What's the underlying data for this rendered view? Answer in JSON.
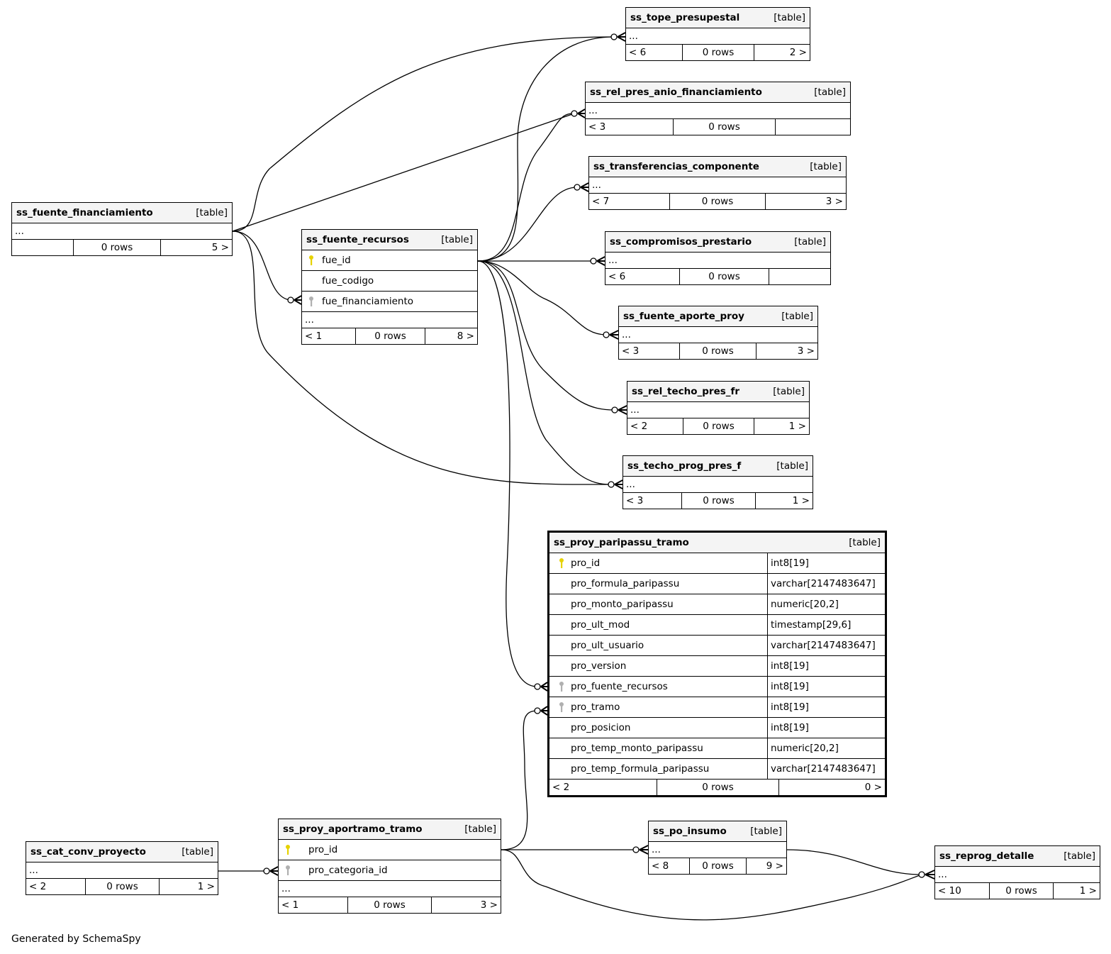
{
  "diagram": {
    "footer": "Generated by SchemaSpy",
    "colors": {
      "primary_key": "#e6d200",
      "foreign_key": "#b0b0b0",
      "header_bg": "#f4f4f4",
      "line": "#000000"
    },
    "tables": {
      "ss_tope_presupestal": {
        "name": "ss_tope_presupestal",
        "kind": "[table]",
        "ellipsis": "...",
        "parents": "< 6",
        "rows": "0 rows",
        "children": "2 >"
      },
      "ss_rel_pres_anio_financiamiento": {
        "name": "ss_rel_pres_anio_financiamiento",
        "kind": "[table]",
        "ellipsis": "...",
        "parents": "< 3",
        "rows": "0 rows",
        "children": ""
      },
      "ss_transferencias_componente": {
        "name": "ss_transferencias_componente",
        "kind": "[table]",
        "ellipsis": "...",
        "parents": "< 7",
        "rows": "0 rows",
        "children": "3 >"
      },
      "ss_compromisos_prestario": {
        "name": "ss_compromisos_prestario",
        "kind": "[table]",
        "ellipsis": "...",
        "parents": "< 6",
        "rows": "0 rows",
        "children": ""
      },
      "ss_fuente_aporte_proy": {
        "name": "ss_fuente_aporte_proy",
        "kind": "[table]",
        "ellipsis": "...",
        "parents": "< 3",
        "rows": "0 rows",
        "children": "3 >"
      },
      "ss_rel_techo_pres_fr": {
        "name": "ss_rel_techo_pres_fr",
        "kind": "[table]",
        "ellipsis": "...",
        "parents": "< 2",
        "rows": "0 rows",
        "children": "1 >"
      },
      "ss_techo_prog_pres_f": {
        "name": "ss_techo_prog_pres_f",
        "kind": "[table]",
        "ellipsis": "...",
        "parents": "< 3",
        "rows": "0 rows",
        "children": "1 >"
      },
      "ss_fuente_financiamiento": {
        "name": "ss_fuente_financiamiento",
        "kind": "[table]",
        "ellipsis": "...",
        "parents": "",
        "rows": "0 rows",
        "children": "5 >"
      },
      "ss_fuente_recursos": {
        "name": "ss_fuente_recursos",
        "kind": "[table]",
        "columns": [
          {
            "name": "fue_id",
            "key": "primary"
          },
          {
            "name": "fue_codigo",
            "key": "none"
          },
          {
            "name": "fue_financiamiento",
            "key": "foreign"
          }
        ],
        "ellipsis": "...",
        "parents": "< 1",
        "rows": "0 rows",
        "children": "8 >"
      },
      "ss_proy_paripassu_tramo": {
        "name": "ss_proy_paripassu_tramo",
        "kind": "[table]",
        "columns": [
          {
            "name": "pro_id",
            "type": "int8[19]",
            "key": "primary"
          },
          {
            "name": "pro_formula_paripassu",
            "type": "varchar[2147483647]",
            "key": "none"
          },
          {
            "name": "pro_monto_paripassu",
            "type": "numeric[20,2]",
            "key": "none"
          },
          {
            "name": "pro_ult_mod",
            "type": "timestamp[29,6]",
            "key": "none"
          },
          {
            "name": "pro_ult_usuario",
            "type": "varchar[2147483647]",
            "key": "none"
          },
          {
            "name": "pro_version",
            "type": "int8[19]",
            "key": "none"
          },
          {
            "name": "pro_fuente_recursos",
            "type": "int8[19]",
            "key": "foreign"
          },
          {
            "name": "pro_tramo",
            "type": "int8[19]",
            "key": "foreign"
          },
          {
            "name": "pro_posicion",
            "type": "int8[19]",
            "key": "none"
          },
          {
            "name": "pro_temp_monto_paripassu",
            "type": "numeric[20,2]",
            "key": "none"
          },
          {
            "name": "pro_temp_formula_paripassu",
            "type": "varchar[2147483647]",
            "key": "none"
          }
        ],
        "parents": "< 2",
        "rows": "0 rows",
        "children": "0 >"
      },
      "ss_cat_conv_proyecto": {
        "name": "ss_cat_conv_proyecto",
        "kind": "[table]",
        "ellipsis": "...",
        "parents": "< 2",
        "rows": "0 rows",
        "children": "1 >"
      },
      "ss_proy_aportramo_tramo": {
        "name": "ss_proy_aportramo_tramo",
        "kind": "[table]",
        "columns": [
          {
            "name": "pro_id",
            "key": "primary"
          },
          {
            "name": "pro_categoria_id",
            "key": "foreign"
          }
        ],
        "ellipsis": "...",
        "parents": "< 1",
        "rows": "0 rows",
        "children": "3 >"
      },
      "ss_po_insumo": {
        "name": "ss_po_insumo",
        "kind": "[table]",
        "ellipsis": "...",
        "parents": "< 8",
        "rows": "0 rows",
        "children": "9 >"
      },
      "ss_reprog_detalle": {
        "name": "ss_reprog_detalle",
        "kind": "[table]",
        "ellipsis": "...",
        "parents": "< 10",
        "rows": "0 rows",
        "children": "1 >"
      }
    },
    "relationships": [
      {
        "from": "ss_fuente_financiamiento",
        "to": "ss_tope_presupestal"
      },
      {
        "from": "ss_fuente_financiamiento",
        "to": "ss_rel_pres_anio_financiamiento"
      },
      {
        "from": "ss_fuente_financiamiento",
        "to": "ss_fuente_recursos.fue_financiamiento"
      },
      {
        "from": "ss_fuente_financiamiento",
        "to": "ss_techo_prog_pres_f"
      },
      {
        "from": "ss_fuente_recursos.fue_id",
        "to": "ss_tope_presupestal"
      },
      {
        "from": "ss_fuente_recursos.fue_id",
        "to": "ss_rel_pres_anio_financiamiento"
      },
      {
        "from": "ss_fuente_recursos.fue_id",
        "to": "ss_transferencias_componente"
      },
      {
        "from": "ss_fuente_recursos.fue_id",
        "to": "ss_compromisos_prestario"
      },
      {
        "from": "ss_fuente_recursos.fue_id",
        "to": "ss_fuente_aporte_proy"
      },
      {
        "from": "ss_fuente_recursos.fue_id",
        "to": "ss_rel_techo_pres_fr"
      },
      {
        "from": "ss_fuente_recursos.fue_id",
        "to": "ss_techo_prog_pres_f"
      },
      {
        "from": "ss_fuente_recursos.fue_id",
        "to": "ss_proy_paripassu_tramo.pro_fuente_recursos"
      },
      {
        "from": "ss_proy_aportramo_tramo.pro_id",
        "to": "ss_proy_paripassu_tramo.pro_tramo"
      },
      {
        "from": "ss_proy_aportramo_tramo.pro_id",
        "to": "ss_po_insumo"
      },
      {
        "from": "ss_proy_aportramo_tramo.pro_id",
        "to": "ss_reprog_detalle"
      },
      {
        "from": "ss_po_insumo",
        "to": "ss_reprog_detalle"
      },
      {
        "from": "ss_cat_conv_proyecto",
        "to": "ss_proy_aportramo_tramo.pro_categoria_id"
      }
    ]
  }
}
